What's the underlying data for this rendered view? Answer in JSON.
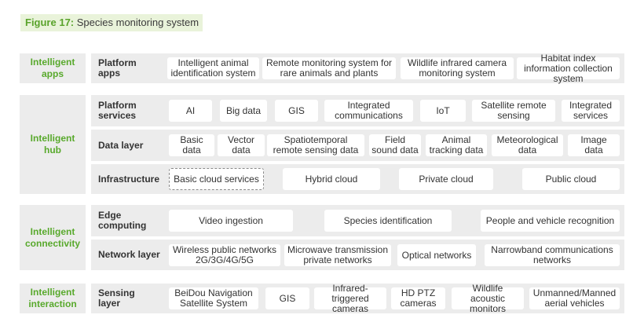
{
  "figure": {
    "number": "Figure 17:",
    "title": "Species monitoring system"
  },
  "bands": {
    "apps": "Intelligent apps",
    "hub": "Intelligent hub",
    "connectivity": "Intelligent connectivity",
    "interaction": "Intelligent interaction"
  },
  "rows": {
    "platform_apps": {
      "label": "Platform apps",
      "items": [
        "Intelligent animal identification system",
        "Remote monitoring system for rare animals and plants",
        "Wildlife infrared camera monitoring system",
        "Habitat index information collection system"
      ]
    },
    "platform_services": {
      "label": "Platform services",
      "items": [
        "AI",
        "Big data",
        "GIS",
        "Integrated communications",
        "IoT",
        "Satellite remote sensing",
        "Integrated services"
      ]
    },
    "data_layer": {
      "label": "Data layer",
      "items": [
        "Basic data",
        "Vector data",
        "Spatiotemporal remote sensing data",
        "Field sound data",
        "Animal tracking data",
        "Meteorological data",
        "Image data"
      ]
    },
    "infrastructure": {
      "label": "Infrastructure",
      "items": [
        "Basic cloud services",
        "Hybrid cloud",
        "Private cloud",
        "Public cloud"
      ]
    },
    "edge_computing": {
      "label": "Edge computing",
      "items": [
        "Video ingestion",
        "Species identification",
        "People and vehicle recognition"
      ]
    },
    "network_layer": {
      "label": "Network layer",
      "items": [
        "Wireless public networks 2G/3G/4G/5G",
        "Microwave transmission private networks",
        "Optical networks",
        "Narrowband communications networks"
      ]
    },
    "sensing_layer": {
      "label": "Sensing layer",
      "items": [
        "BeiDou Navigation Satellite System",
        "GIS",
        "Infrared-triggered cameras",
        "HD PTZ cameras",
        "Wildlife acoustic monitors",
        "Unmanned/Manned aerial vehicles"
      ]
    }
  },
  "colors": {
    "accent_green": "#58a92c",
    "panel_gray": "#ececec",
    "title_highlight": "#e9f3da"
  }
}
